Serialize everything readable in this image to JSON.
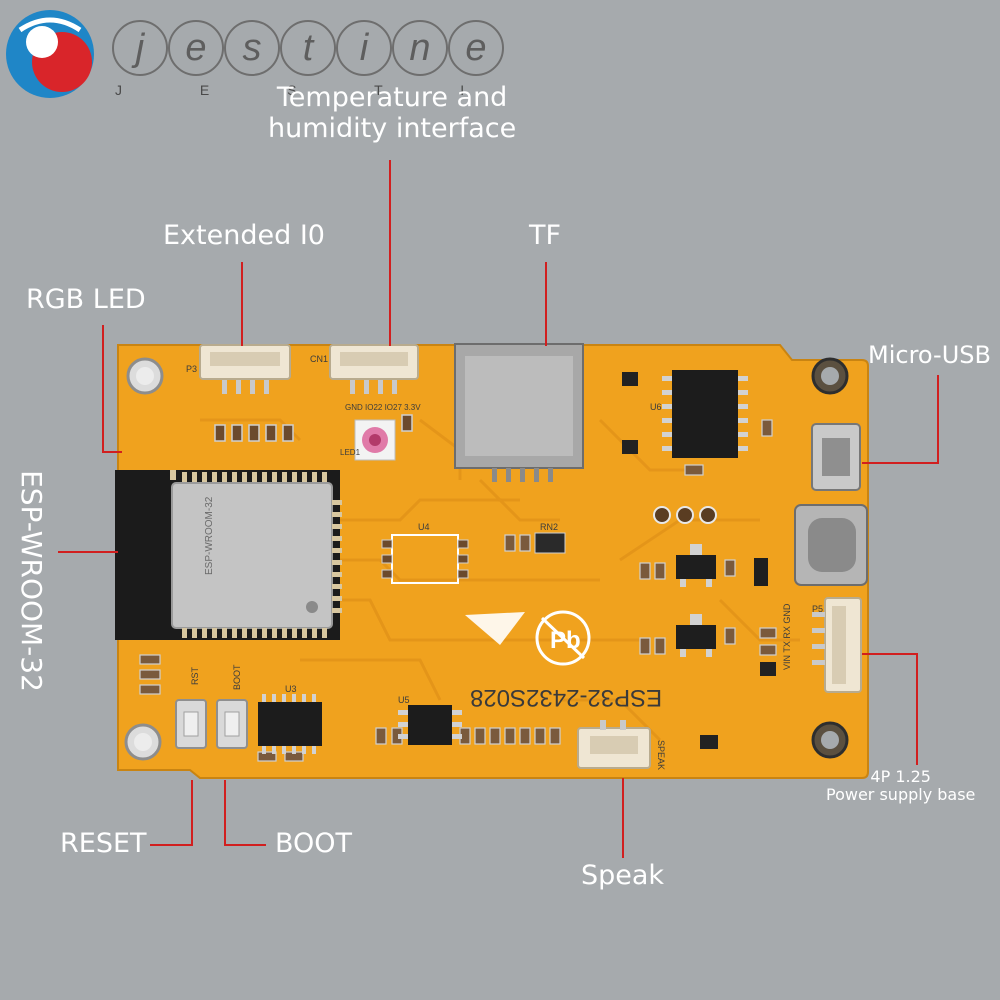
{
  "brand": {
    "letters": [
      "j",
      "e",
      "s",
      "t",
      "i",
      "n",
      "e"
    ],
    "subtitle": "J E S T I N E"
  },
  "labels": {
    "temp_humidity_line1": "Temperature and",
    "temp_humidity_line2": "humidity interface",
    "extended_io": "Extended I0",
    "tf": "TF",
    "rgb_led": "RGB LED",
    "micro_usb": "Micro-USB",
    "esp_module": "ESP-WROOM-32",
    "power_line1": "4P 1.25",
    "power_line2": "Power supply base",
    "reset": "RESET",
    "boot": "BOOT",
    "speak": "Speak"
  },
  "board_silkscreen": {
    "model": "ESP32-2432S028",
    "module_text": "ESP-WROOM-32",
    "p3": "P3",
    "cn1": "CN1",
    "led": "LED1",
    "u3": "U3",
    "u4": "U4",
    "u5": "U5",
    "u6": "U6",
    "rst": "RST",
    "boot": "BOOT",
    "speak": "SPEAK",
    "p5": "P5",
    "cn1_pins": "GND IO22 IO27 3.3V",
    "p5_pins": "VIN TX RX GND",
    "rn2": "RN2"
  },
  "colors": {
    "background": "#a6aaad",
    "board": "#f0a21e",
    "callout_line": "#d11f1f",
    "label_text": "#ffffff"
  }
}
